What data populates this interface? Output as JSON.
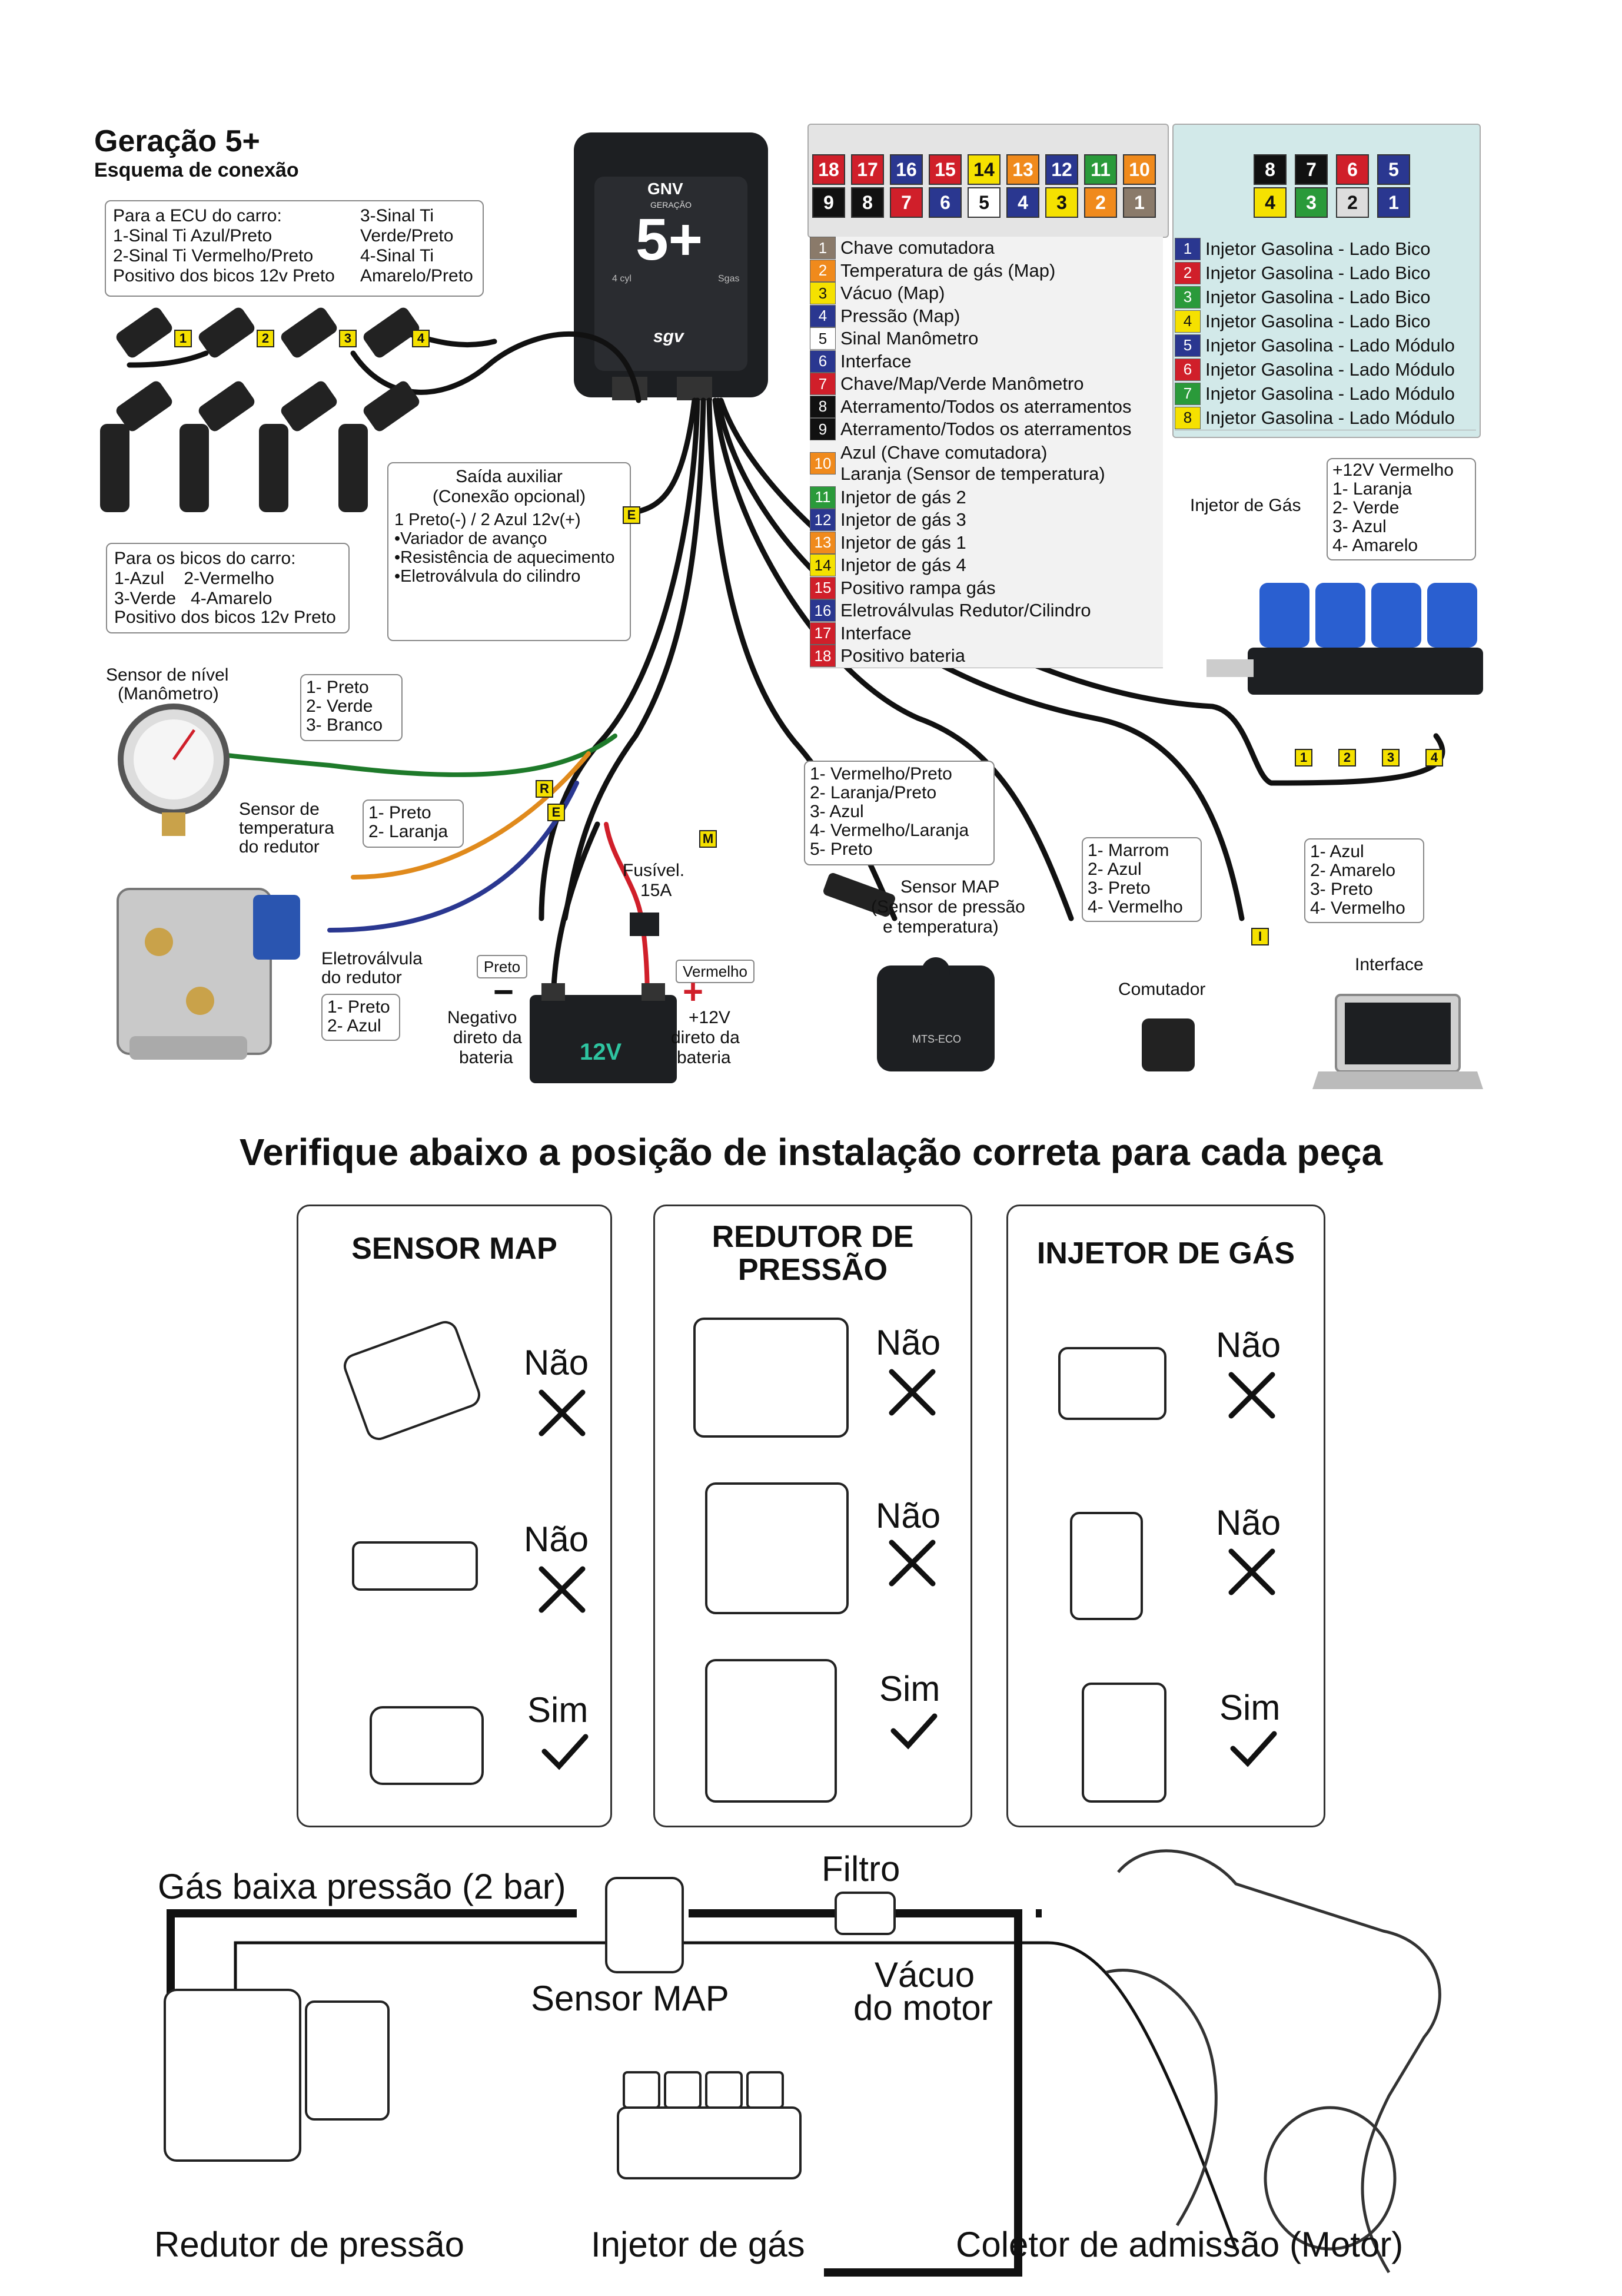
{
  "header": {
    "title": "Geração 5+",
    "subtitle": "Esquema de conexão"
  },
  "ecu_box": {
    "left_lines": [
      "Para a ECU do carro:",
      "1-Sinal Ti Azul/Preto",
      "2-Sinal Ti Vermelho/Preto",
      "Positivo dos bicos 12v Preto"
    ],
    "right_lines": [
      "3-Sinal Ti",
      "Verde/Preto",
      "4-Sinal Ti",
      "Amarelo/Preto"
    ]
  },
  "nozzle_box": {
    "lines": [
      "Para os bicos do carro:",
      "1-Azul    2-Vermelho",
      "3-Verde   4-Amarelo",
      "Positivo dos bicos 12v Preto"
    ]
  },
  "ecu_unit": {
    "brand_top": "GNV",
    "brand_sub": "GERAÇÃO",
    "model": "5+",
    "left_note": "4 cyl",
    "right_note": "Sgas",
    "logo": "sgv"
  },
  "aux_box": {
    "title": "Saída auxiliar",
    "subtitle": "(Conexão opcional)",
    "lines": [
      "1 Preto(-) / 2 Azul 12v(+)",
      "•Variador de avanço",
      "•Resistência de aquecimento",
      "•Eletroválvula do cilindro"
    ],
    "tag": "E"
  },
  "level_sensor": {
    "label_lines": [
      "Sensor de nível",
      "(Manômetro)"
    ],
    "wires": [
      "1- Preto",
      "2- Verde",
      "3- Branco"
    ]
  },
  "temp_sensor": {
    "label_lines": [
      "Sensor de",
      "temperatura",
      "do redutor"
    ],
    "wires": [
      "1- Preto",
      "2- Laranja"
    ]
  },
  "solenoid": {
    "label_lines": [
      "Eletroválvula",
      "do redutor"
    ],
    "wires": [
      "1- Preto",
      "2- Azul"
    ]
  },
  "battery": {
    "neg_badge": "Preto",
    "pos_badge": "Vermelho",
    "neg_lines": [
      "Negativo",
      "direto da",
      "bateria"
    ],
    "pos_lines": [
      "+12V",
      "direto da",
      "bateria"
    ],
    "label": "12V",
    "fuse_lines": [
      "Fusível.",
      "15A"
    ],
    "minus": "−",
    "plus": "+"
  },
  "map_sensor": {
    "wires": [
      "1- Vermelho/Preto",
      "2- Laranja/Preto",
      "3- Azul",
      "4- Vermelho/Laranja",
      "5- Preto"
    ],
    "label_lines": [
      "Sensor MAP",
      "(Sensor de pressão",
      "e temperatura)"
    ],
    "model": "MTS-ECO"
  },
  "switch": {
    "wires": [
      "1- Marrom",
      "2- Azul",
      "3- Preto",
      "4- Vermelho"
    ],
    "label": "Comutador"
  },
  "interface": {
    "wires": [
      "1- Azul",
      "2- Amarelo",
      "3- Preto",
      "4- Vermelho"
    ],
    "label": "Interface",
    "tag": "I"
  },
  "gas_injector": {
    "label": "Injetor de Gás",
    "wires": [
      "+12V Vermelho",
      "1- Laranja",
      "2- Verde",
      "3- Azul",
      "4- Amarelo"
    ],
    "tags": [
      "1",
      "2",
      "3",
      "4"
    ]
  },
  "wire_tags": {
    "ecu": [
      "1",
      "2",
      "3",
      "4"
    ],
    "r": "R",
    "e": "E",
    "m": "M"
  },
  "connector18": {
    "top_row": [
      {
        "n": "18",
        "color": "#d01f2a"
      },
      {
        "n": "17",
        "color": "#d01f2a"
      },
      {
        "n": "16",
        "color": "#2a3790"
      },
      {
        "n": "15",
        "color": "#d01f2a"
      },
      {
        "n": "14",
        "color": "#f5e100"
      },
      {
        "n": "13",
        "color": "#f08a1c"
      },
      {
        "n": "12",
        "color": "#2a3790"
      },
      {
        "n": "11",
        "color": "#2a9a3a"
      },
      {
        "n": "10",
        "color": "#f08a1c"
      }
    ],
    "bottom_row": [
      {
        "n": "9",
        "color": "#111111"
      },
      {
        "n": "8",
        "color": "#111111"
      },
      {
        "n": "7",
        "color": "#d01f2a"
      },
      {
        "n": "6",
        "color": "#2a3790"
      },
      {
        "n": "5",
        "color": "#ffffff"
      },
      {
        "n": "4",
        "color": "#2a3790"
      },
      {
        "n": "3",
        "color": "#f5e100"
      },
      {
        "n": "2",
        "color": "#f08a1c"
      },
      {
        "n": "1",
        "color": "#8a7a6a"
      }
    ]
  },
  "connector8": {
    "top_row": [
      {
        "n": "8",
        "color": "#111111"
      },
      {
        "n": "7",
        "color": "#111111"
      },
      {
        "n": "6",
        "color": "#d01f2a"
      },
      {
        "n": "5",
        "color": "#2a3790"
      }
    ],
    "bottom_row": [
      {
        "n": "4",
        "color": "#f5e100"
      },
      {
        "n": "3",
        "color": "#2a9a3a"
      },
      {
        "n": "2",
        "color": "#dddddd"
      },
      {
        "n": "1",
        "color": "#2a3790"
      }
    ]
  },
  "pins18": [
    {
      "n": "1",
      "label": "Chave comutadora",
      "color": "#8a7a6a"
    },
    {
      "n": "2",
      "label": "Temperatura de gás (Map)",
      "color": "#f08a1c"
    },
    {
      "n": "3",
      "label": "Vácuo (Map)",
      "color": "#f5e100"
    },
    {
      "n": "4",
      "label": "Pressão (Map)",
      "color": "#2a3790"
    },
    {
      "n": "5",
      "label": "Sinal Manômetro",
      "color": "#ffffff"
    },
    {
      "n": "6",
      "label": "Interface",
      "color": "#2a3790"
    },
    {
      "n": "7",
      "label": "Chave/Map/Verde Manômetro",
      "color": "#d01f2a"
    },
    {
      "n": "8",
      "label": "Aterramento/Todos os aterramentos",
      "color": "#111111"
    },
    {
      "n": "9",
      "label": "Aterramento/Todos os aterramentos",
      "color": "#111111"
    },
    {
      "n": "10",
      "label": "Azul (Chave comutadora)",
      "label2": "Laranja (Sensor de temperatura)",
      "color": "#f08a1c"
    },
    {
      "n": "11",
      "label": "Injetor de gás 2",
      "color": "#2a9a3a"
    },
    {
      "n": "12",
      "label": "Injetor de gás 3",
      "color": "#2a3790"
    },
    {
      "n": "13",
      "label": "Injetor de gás 1",
      "color": "#f08a1c"
    },
    {
      "n": "14",
      "label": "Injetor de gás 4",
      "color": "#f5e100"
    },
    {
      "n": "15",
      "label": "Positivo rampa gás",
      "color": "#d01f2a"
    },
    {
      "n": "16",
      "label": "Eletroválvulas Redutor/Cilindro",
      "color": "#2a3790"
    },
    {
      "n": "17",
      "label": "Interface",
      "color": "#d01f2a"
    },
    {
      "n": "18",
      "label": "Positivo bateria",
      "color": "#d01f2a"
    }
  ],
  "pins8": [
    {
      "n": "1",
      "label": "Injetor Gasolina - Lado Bico",
      "color": "#2a3790"
    },
    {
      "n": "2",
      "label": "Injetor Gasolina - Lado Bico",
      "color": "#d01f2a"
    },
    {
      "n": "3",
      "label": "Injetor Gasolina - Lado Bico",
      "color": "#2a9a3a"
    },
    {
      "n": "4",
      "label": "Injetor Gasolina - Lado Bico",
      "color": "#f5e100"
    },
    {
      "n": "5",
      "label": "Injetor Gasolina - Lado Módulo",
      "color": "#2a3790"
    },
    {
      "n": "6",
      "label": "Injetor Gasolina - Lado Módulo",
      "color": "#d01f2a"
    },
    {
      "n": "7",
      "label": "Injetor Gasolina - Lado Módulo",
      "color": "#2a9a3a"
    },
    {
      "n": "8",
      "label": "Injetor Gasolina - Lado Módulo",
      "color": "#f5e100"
    }
  ],
  "verify": {
    "heading": "Verifique abaixo a posição de instalação correta para cada peça",
    "panels": [
      {
        "title": "SENSOR MAP",
        "verdicts": [
          "Não",
          "Não",
          "Sim"
        ]
      },
      {
        "title": "REDUTOR DE\nPRESSÃO",
        "verdicts": [
          "Não",
          "Não",
          "Sim"
        ]
      },
      {
        "title": "INJETOR DE GÁS",
        "verdicts": [
          "Não",
          "Não",
          "Sim"
        ]
      }
    ]
  },
  "bottom": {
    "gas_low": "Gás baixa pressão (2 bar)",
    "filter": "Filtro",
    "map": "Sensor MAP",
    "vacuum_lines": [
      "Vácuo",
      "do motor"
    ],
    "reducer": "Redutor de pressão",
    "injector": "Injetor de gás",
    "manifold": "Coletor de admissão (Motor)"
  }
}
